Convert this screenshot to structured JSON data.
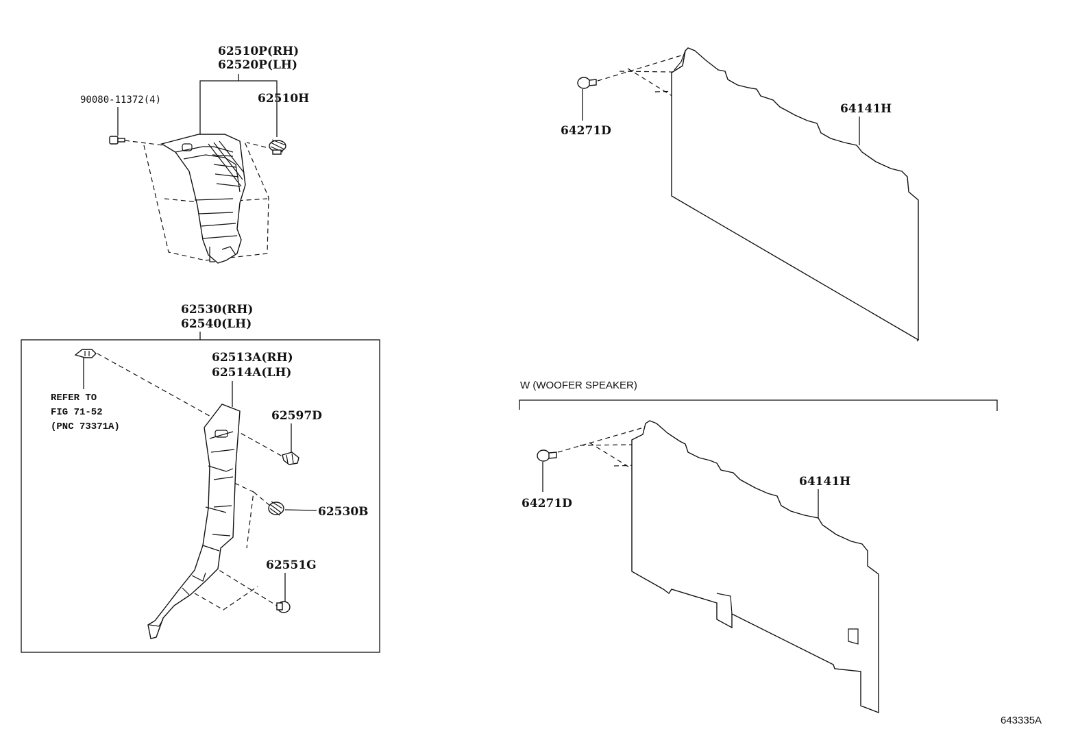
{
  "labels": {
    "pillar_upper_rh": "62510P(RH)",
    "pillar_upper_lh": "62520P(LH)",
    "screw": "90080-11372(4)",
    "clip_upper": "62510H",
    "pillar_lower_rh": "62530(RH)",
    "pillar_lower_lh": "62540(LH)",
    "panel_rh": "62513A(RH)",
    "panel_lh": "62514A(LH)",
    "refer_line1": "REFER TO",
    "refer_line2": "FIG 71-52",
    "refer_line3": "(PNC 73371A)",
    "clip_d": "62597D",
    "clip_b": "62530B",
    "clip_g": "62551G",
    "rivet_top": "64271D",
    "trim_top": "64141H",
    "woofer_section": "W (WOOFER SPEAKER)",
    "rivet_bottom": "64271D",
    "trim_bottom": "64141H",
    "figure_code": "643335A"
  }
}
